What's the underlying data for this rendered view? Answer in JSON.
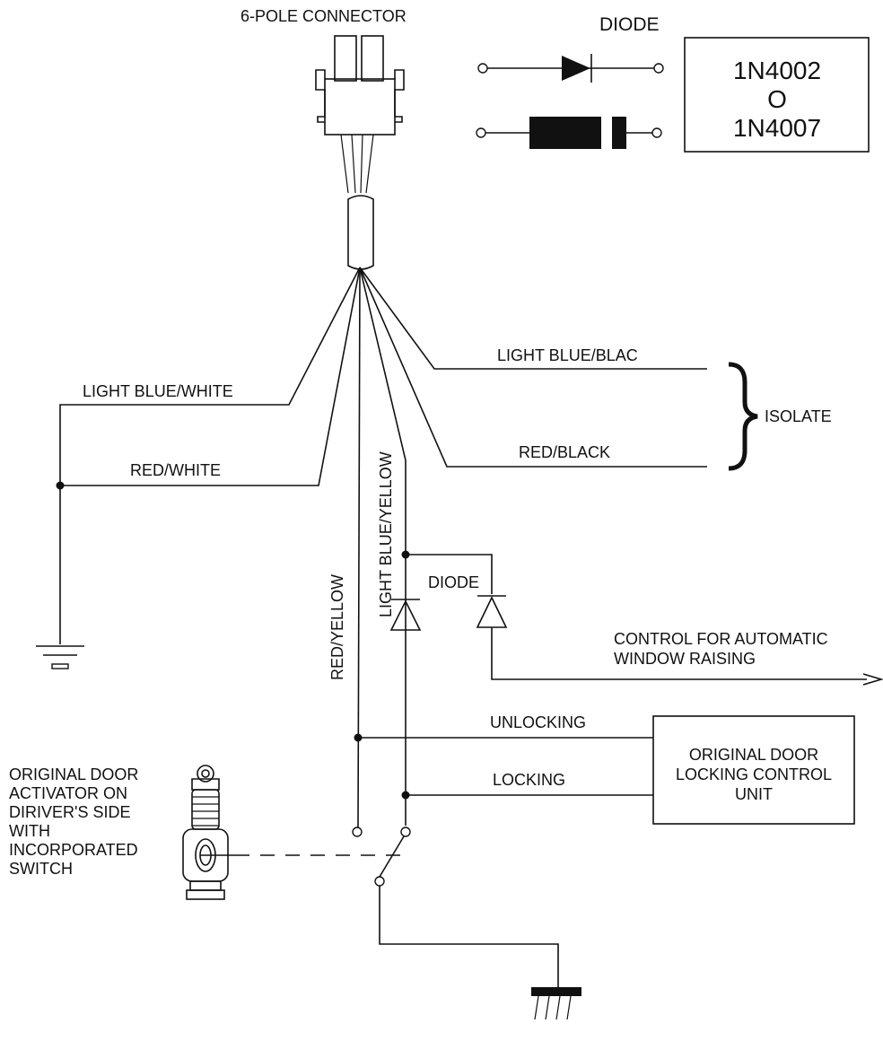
{
  "labels": {
    "connector": "6-POLE CONNECTOR",
    "diode_legend_title": "DIODE",
    "diode_part_1": "1N4002",
    "diode_part_or": "O",
    "diode_part_2": "1N4007",
    "wire_light_blue_white": "LIGHT BLUE/WHITE",
    "wire_red_white": "RED/WHITE",
    "wire_red_yellow": "RED/YELLOW",
    "wire_light_blue_yellow": "LIGHT BLUE/YELLOW",
    "wire_light_blue_black": "LIGHT BLUE/BLAC",
    "wire_red_black": "RED/BLACK",
    "isolate": "ISOLATE",
    "diode_label": "DIODE",
    "control_line_1": "CONTROL FOR AUTOMATIC",
    "control_line_2": "WINDOW RAISING",
    "unlocking": "UNLOCKING",
    "locking": "LOCKING",
    "unit_line_1": "ORIGINAL DOOR",
    "unit_line_2": "LOCKING CONTROL",
    "unit_line_3": "UNIT",
    "activator_line_1": "ORIGINAL DOOR",
    "activator_line_2": "ACTIVATOR ON",
    "activator_line_3": "DIRIVER'S SIDE",
    "activator_line_4": "WITH",
    "activator_line_5": "INCORPORATED",
    "activator_line_6": "SWITCH"
  }
}
